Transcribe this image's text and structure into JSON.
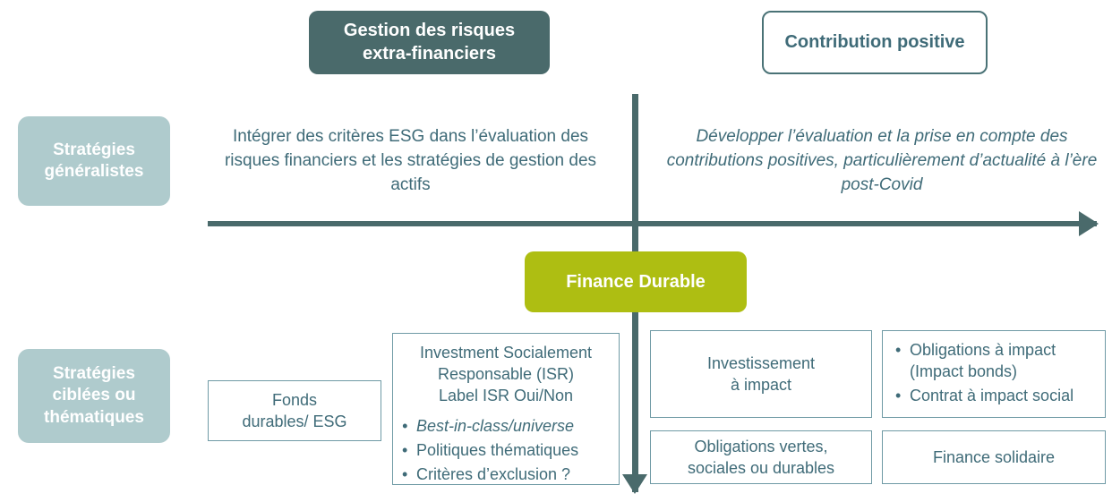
{
  "headers": {
    "left": "Gestion des risques\nextra-financiers",
    "right": "Contribution positive"
  },
  "row_labels": {
    "top": "Stratégies\ngénéralistes",
    "bottom": "Stratégies\nciblées ou\nthématiques"
  },
  "quadrants": {
    "top_left": "Intégrer des critères ESG dans l’évaluation des risques financiers et les stratégies de gestion des actifs",
    "top_right": "Développer l’évaluation et la prise en compte des contributions positives, particulièrement d’actualité à l’ère post-Covid"
  },
  "center": {
    "label": "Finance Durable"
  },
  "boxes": {
    "fonds_durables": "Fonds\ndurables/ ESG",
    "isr": {
      "heading": "Investment Socialement\nResponsable (ISR)\nLabel ISR Oui/Non",
      "bullets": [
        "Best-in-class/universe",
        "Politiques thématiques",
        "Critères d’exclusion  ?"
      ]
    },
    "investissement_impact": "Investissement\nà impact",
    "impact_bullets": [
      "Obligations à impact (Impact bonds)",
      "Contrat à impact social"
    ],
    "obligations_vertes": "Obligations vertes,\nsociales ou durables",
    "finance_solidaire": "Finance solidaire"
  },
  "axes": {
    "horizontal_name": "horizontal-axis-arrow",
    "vertical_name": "vertical-axis-arrow"
  },
  "colors": {
    "teal_dark": "#4a6a6b",
    "teal_text": "#3f6b78",
    "sage": "#afcbcd",
    "olive": "#aebe12",
    "box_border": "#6f9aa5"
  }
}
